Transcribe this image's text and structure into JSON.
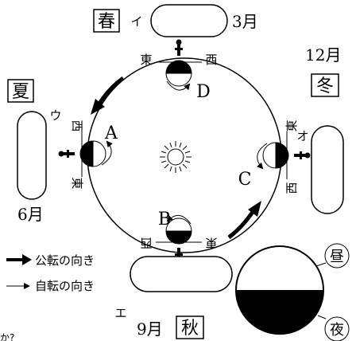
{
  "seasons": {
    "spring": {
      "box": "春",
      "letter": "イ",
      "month": "3月"
    },
    "summer": {
      "box": "夏",
      "letter": "ウ",
      "month": "6月"
    },
    "autumn": {
      "box": "秋",
      "letter": "エ",
      "month": "9月"
    },
    "winter": {
      "box": "冬",
      "letter": "オ",
      "month": "12月"
    }
  },
  "positions": {
    "A": "A",
    "B": "B",
    "C": "C",
    "D": "D"
  },
  "directions": {
    "east": "東",
    "west": "西"
  },
  "legend": {
    "revolution": "公転の向き",
    "rotation": "自転の向き"
  },
  "daynight": {
    "day": "昼",
    "night": "夜"
  },
  "footer_fragment": "か?"
}
